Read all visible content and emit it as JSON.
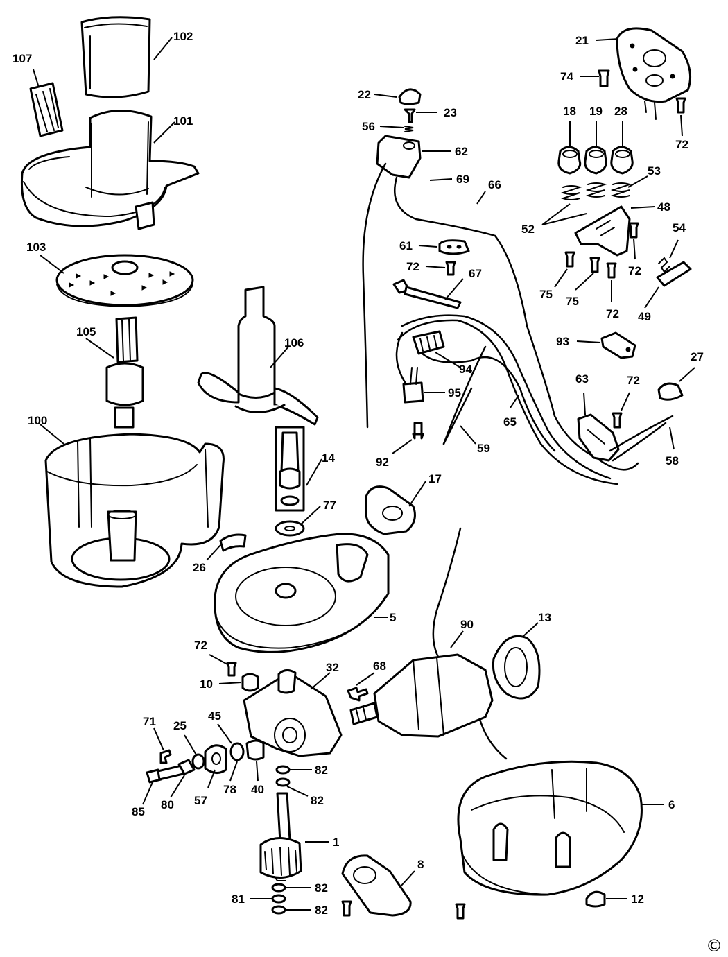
{
  "labels": {
    "p102": "102",
    "p107": "107",
    "p101": "101",
    "p103": "103",
    "p105": "105",
    "p106": "106",
    "p100": "100",
    "p14": "14",
    "p77": "77",
    "p26": "26",
    "p5": "5",
    "p17": "17",
    "p22": "22",
    "p23": "23",
    "p56": "56",
    "p62": "62",
    "p69": "69",
    "p66": "66",
    "p61": "61",
    "p72a": "72",
    "p67": "67",
    "p94": "94",
    "p95": "95",
    "p92": "92",
    "p59": "59",
    "p65": "65",
    "p21": "21",
    "p74": "74",
    "p72b": "72",
    "p18": "18",
    "p19": "19",
    "p28": "28",
    "p53": "53",
    "p48": "48",
    "p52": "52",
    "p54": "54",
    "p72c": "72",
    "p75a": "75",
    "p75b": "75",
    "p72d": "72",
    "p49": "49",
    "p93": "93",
    "p63": "63",
    "p72e": "72",
    "p27": "27",
    "p58": "58",
    "p72f": "72",
    "p10": "10",
    "p32": "32",
    "p68": "68",
    "p90": "90",
    "p13": "13",
    "p71": "71",
    "p25": "25",
    "p45": "45",
    "p57": "57",
    "p78": "78",
    "p40": "40",
    "p80": "80",
    "p85": "85",
    "p82a": "82",
    "p82b": "82",
    "p1": "1",
    "p8": "8",
    "p82c": "82",
    "p81": "81",
    "p82d": "82",
    "p6": "6",
    "p12": "12"
  },
  "copyright": "©"
}
